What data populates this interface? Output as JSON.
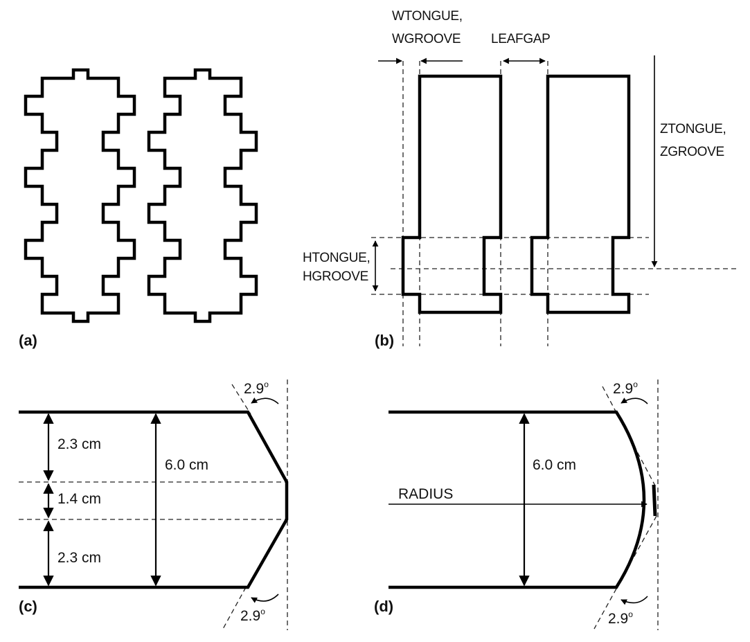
{
  "figure": {
    "panels": [
      {
        "id": "a",
        "label": "(a)",
        "description": "Two interlocking stepped leaf cross-sections (tongue-and-groove)"
      },
      {
        "id": "b",
        "label": "(b)",
        "description": "Leaf pair with tongue/groove dimension parameters"
      },
      {
        "id": "c",
        "label": "(c)",
        "description": "Chamfered leaf end profile"
      },
      {
        "id": "d",
        "label": "(d)",
        "description": "Rounded leaf end profile"
      }
    ],
    "panel_b": {
      "wtongue_line1": "WTONGUE,",
      "wtongue_line2": "WGROOVE",
      "leafgap": "LEAFGAP",
      "ztongue_line1": "ZTONGUE,",
      "ztongue_line2": "ZGROOVE",
      "htongue_line1": "HTONGUE,",
      "htongue_line2": "HGROOVE"
    },
    "panel_c": {
      "dim_top": "2.3 cm",
      "dim_middle": "1.4 cm",
      "dim_bottom": "2.3 cm",
      "dim_total": "6.0 cm",
      "angle_top": "2.9",
      "angle_bottom": "2.9",
      "degree_mark": "o"
    },
    "panel_d": {
      "dim_total": "6.0 cm",
      "radius_label": "RADIUS",
      "angle_top": "2.9",
      "angle_bottom": "2.9",
      "degree_mark": "o"
    }
  }
}
